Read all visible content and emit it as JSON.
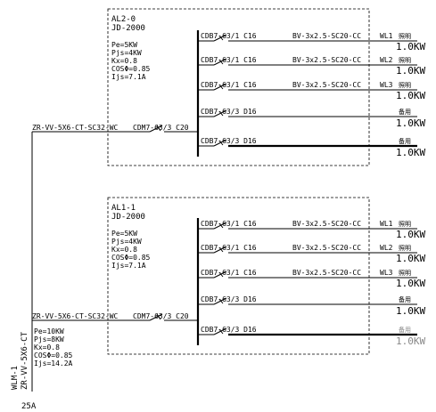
{
  "main_feeder": {
    "cable": "ZR-VV-5X6-CT",
    "id": "WLM-1",
    "breaker": "25A",
    "params": [
      "Pe=10KW",
      "Pjs=8KW",
      "Kx=0.8",
      "COSΦ=0.85",
      "Ijs=14.2A"
    ]
  },
  "panels": [
    {
      "name": "AL2-0",
      "model": "JD-2000",
      "params": [
        "Pe=5KW",
        "Pjs=4KW",
        "Kx=0.8",
        "COSΦ=0.85",
        "Ijs=7.1A"
      ],
      "incoming_cable": "ZR-VV-5X6-CT-SC32-WC",
      "incoming_breaker": "CDM7-63/3 C20",
      "circuits": [
        {
          "breaker": "CDB7-63/1 C16",
          "cable": "BV-3x2.5-SC20-CC",
          "id": "WL1",
          "use": "照明",
          "power": "1.0KW"
        },
        {
          "breaker": "CDB7-63/1 C16",
          "cable": "BV-3x2.5-SC20-CC",
          "id": "WL2",
          "use": "照明",
          "power": "1.0KW"
        },
        {
          "breaker": "CDB7-63/1 C16",
          "cable": "BV-3x2.5-SC20-CC",
          "id": "WL3",
          "use": "照明",
          "power": "1.0KW"
        },
        {
          "breaker": "CDB7-63/3 D16",
          "cable": "",
          "id": "",
          "use": "备用",
          "power": "1.0KW"
        },
        {
          "breaker": "CDB7-63/3 D16",
          "cable": "",
          "id": "",
          "use": "备用",
          "power": "1.0KW"
        }
      ]
    },
    {
      "name": "AL1-1",
      "model": "JD-2000",
      "params": [
        "Pe=5KW",
        "Pjs=4KW",
        "Kx=0.8",
        "COSΦ=0.85",
        "Ijs=7.1A"
      ],
      "incoming_cable": "ZR-VV-5X6-CT-SC32-WC",
      "incoming_breaker": "CDM7-63/3 C20",
      "circuits": [
        {
          "breaker": "CDB7-63/1 C16",
          "cable": "BV-3x2.5-SC20-CC",
          "id": "WL1",
          "use": "照明",
          "power": "1.0KW"
        },
        {
          "breaker": "CDB7-63/1 C16",
          "cable": "BV-3x2.5-SC20-CC",
          "id": "WL2",
          "use": "照明",
          "power": "1.0KW"
        },
        {
          "breaker": "CDB7-63/1 C16",
          "cable": "BV-3x2.5-SC20-CC",
          "id": "WL3",
          "use": "照明",
          "power": "1.0KW"
        },
        {
          "breaker": "CDB7-63/3 D16",
          "cable": "",
          "id": "",
          "use": "备用",
          "power": "1.0KW"
        },
        {
          "breaker": "CDB7-63/3 D16",
          "cable": "",
          "id": "",
          "use": "备用",
          "power": "1.0KW"
        }
      ]
    }
  ]
}
